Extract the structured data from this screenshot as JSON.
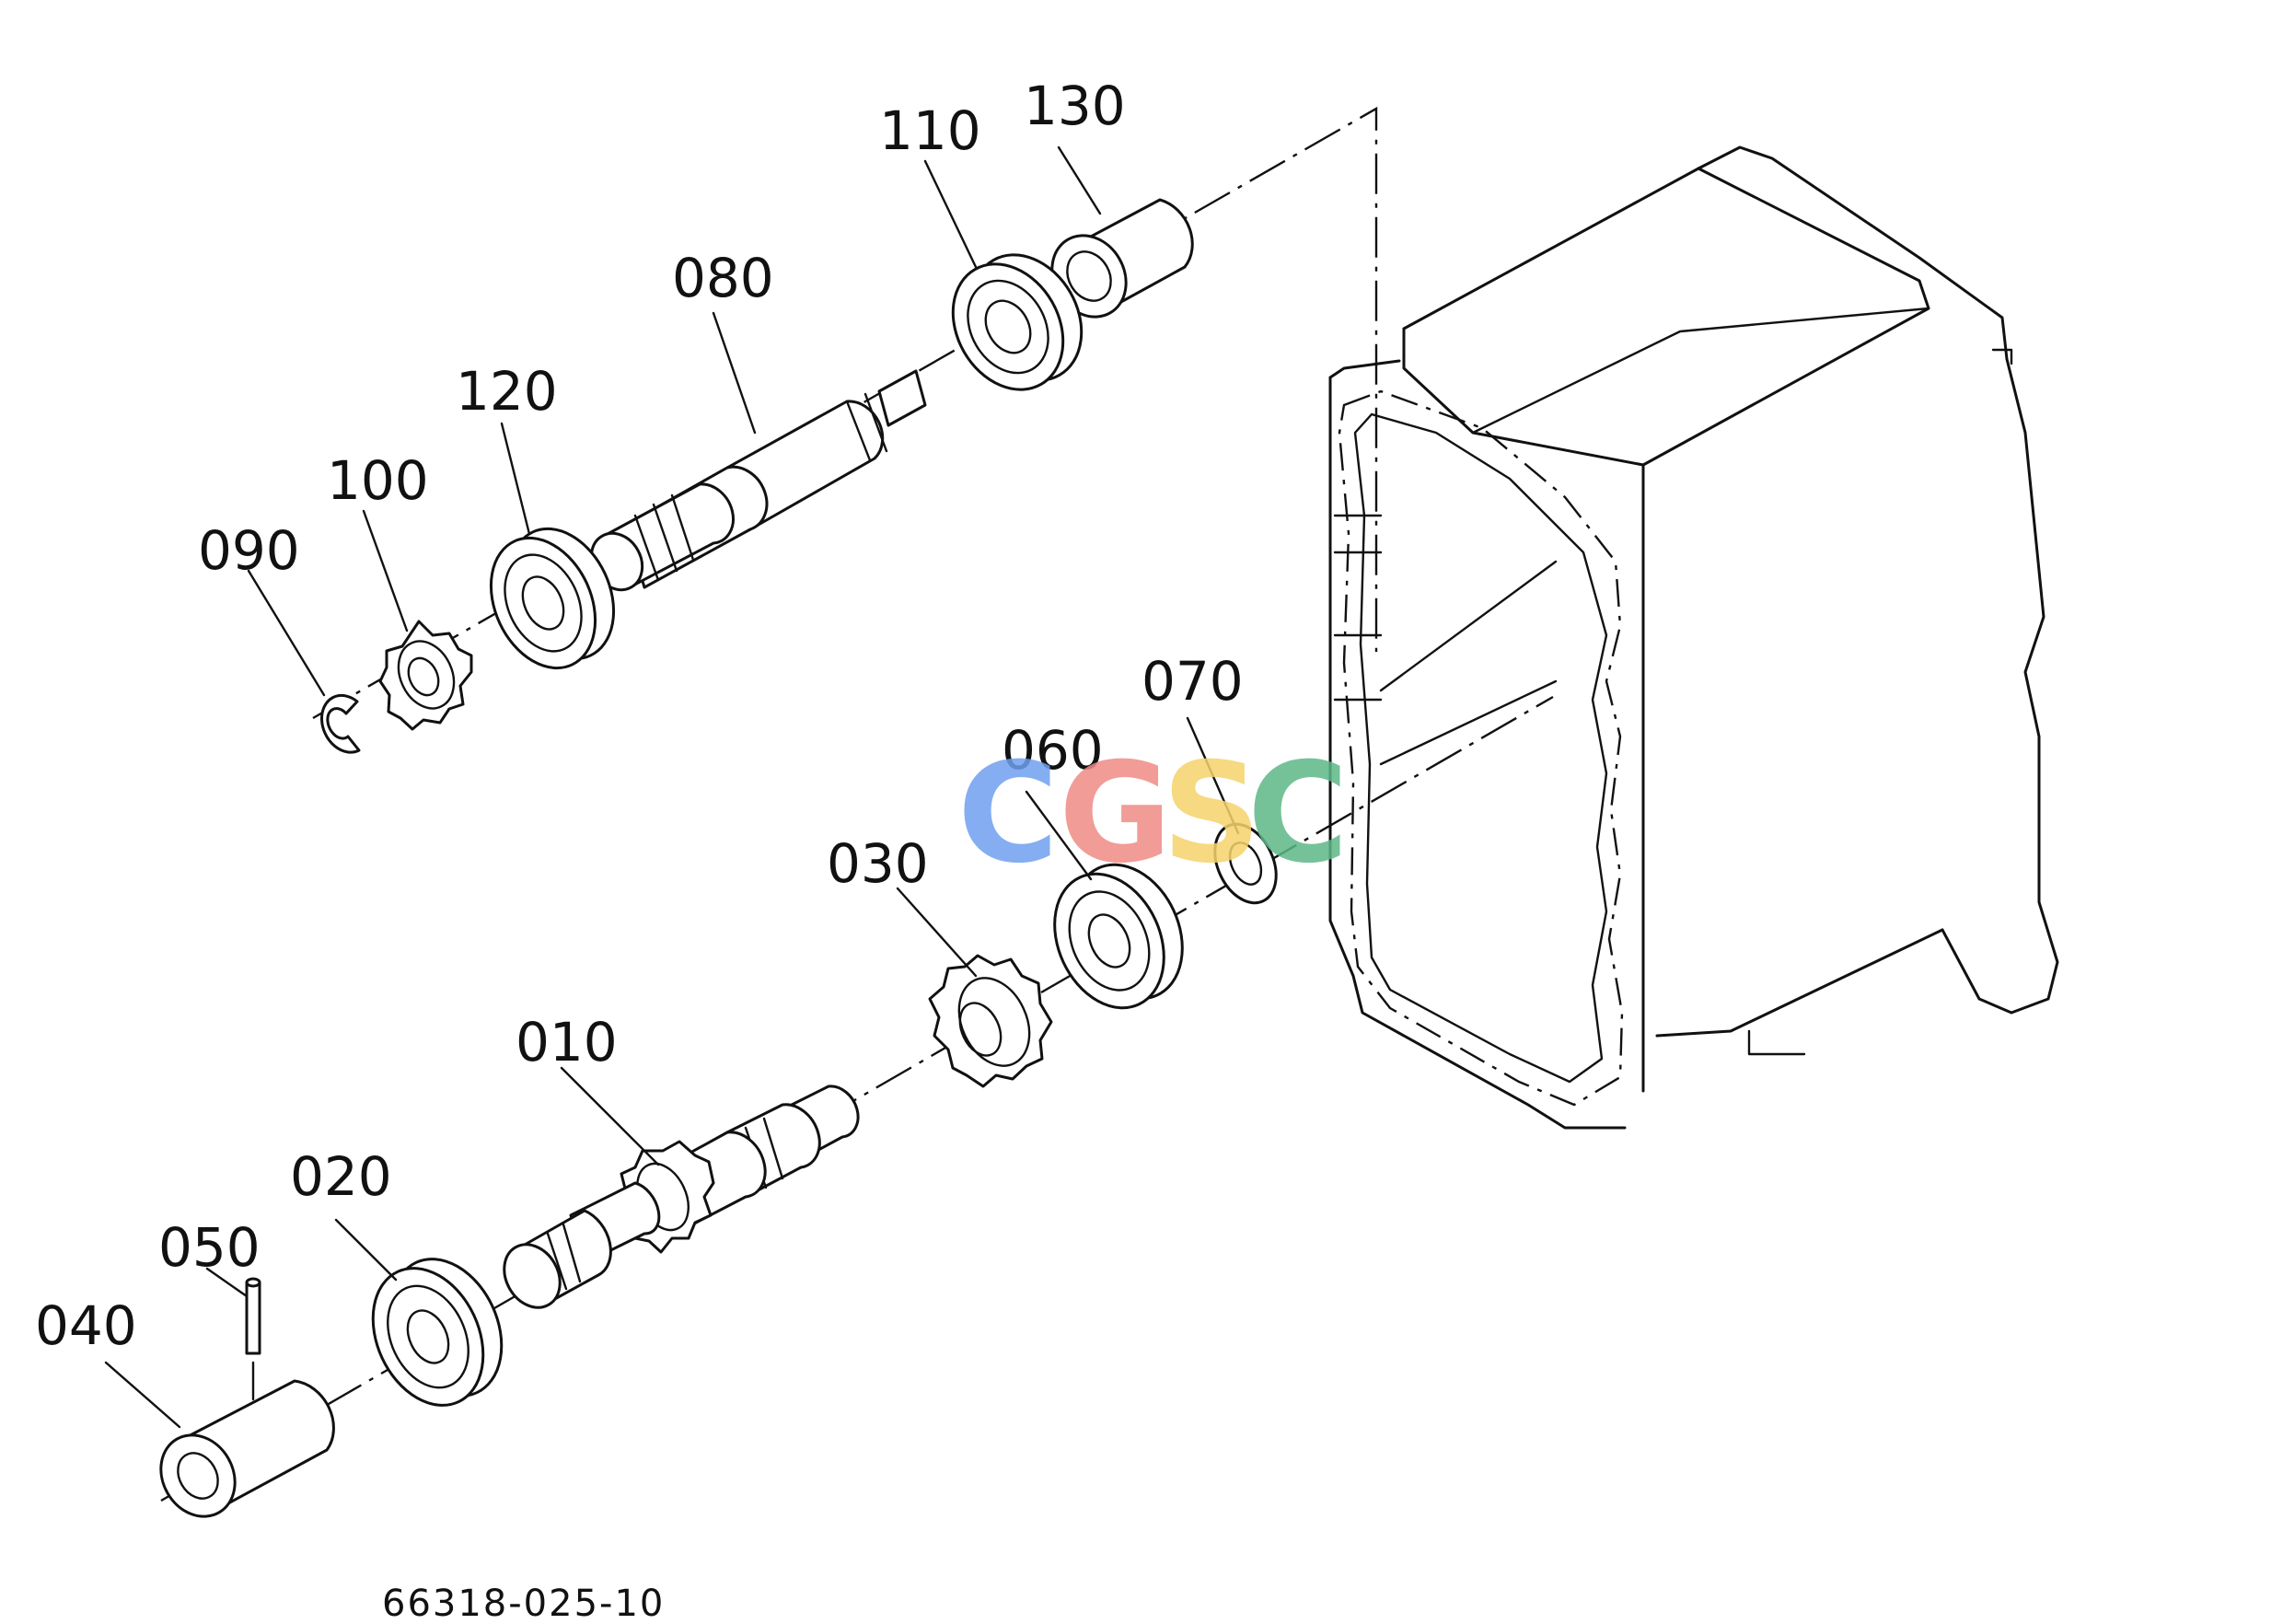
{
  "diagram": {
    "drawing_code": "66318-025-10",
    "watermark": {
      "letters": [
        "C",
        "G",
        "S",
        "C"
      ],
      "colors": [
        "#6fa0ef",
        "#ef8b85",
        "#f5d36b",
        "#5db888"
      ]
    },
    "callouts": [
      {
        "id": "130",
        "label": "130"
      },
      {
        "id": "110",
        "label": "110"
      },
      {
        "id": "080",
        "label": "080"
      },
      {
        "id": "120",
        "label": "120"
      },
      {
        "id": "100",
        "label": "100"
      },
      {
        "id": "090",
        "label": "090"
      },
      {
        "id": "070",
        "label": "070"
      },
      {
        "id": "060",
        "label": "060"
      },
      {
        "id": "030",
        "label": "030"
      },
      {
        "id": "010",
        "label": "010"
      },
      {
        "id": "020",
        "label": "020"
      },
      {
        "id": "050",
        "label": "050"
      },
      {
        "id": "040",
        "label": "040"
      }
    ]
  }
}
